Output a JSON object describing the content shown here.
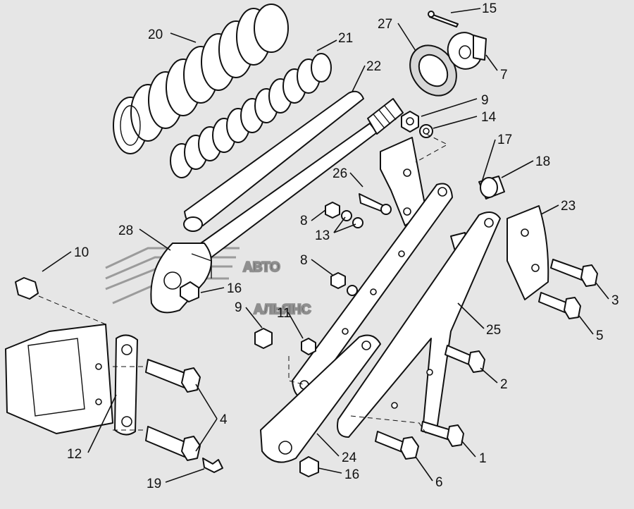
{
  "watermark": {
    "line1": "АВТО",
    "line2": "АЛЬЯНС"
  },
  "callouts": {
    "c20": "20",
    "c21": "21",
    "c22": "22",
    "c27": "27",
    "c15": "15",
    "c7": "7",
    "c9a": "9",
    "c14": "14",
    "c17": "17",
    "c18": "18",
    "c26": "26",
    "c23": "23",
    "c8a": "8",
    "c13": "13",
    "c28": "28",
    "c10": "10",
    "c8b": "8",
    "c16a": "16",
    "c3": "3",
    "c9b": "9",
    "c11": "11",
    "c25": "25",
    "c5": "5",
    "c2": "2",
    "c4": "4",
    "c12": "12",
    "c24": "24",
    "c1": "1",
    "c16b": "16",
    "c6": "6",
    "c19": "19"
  }
}
